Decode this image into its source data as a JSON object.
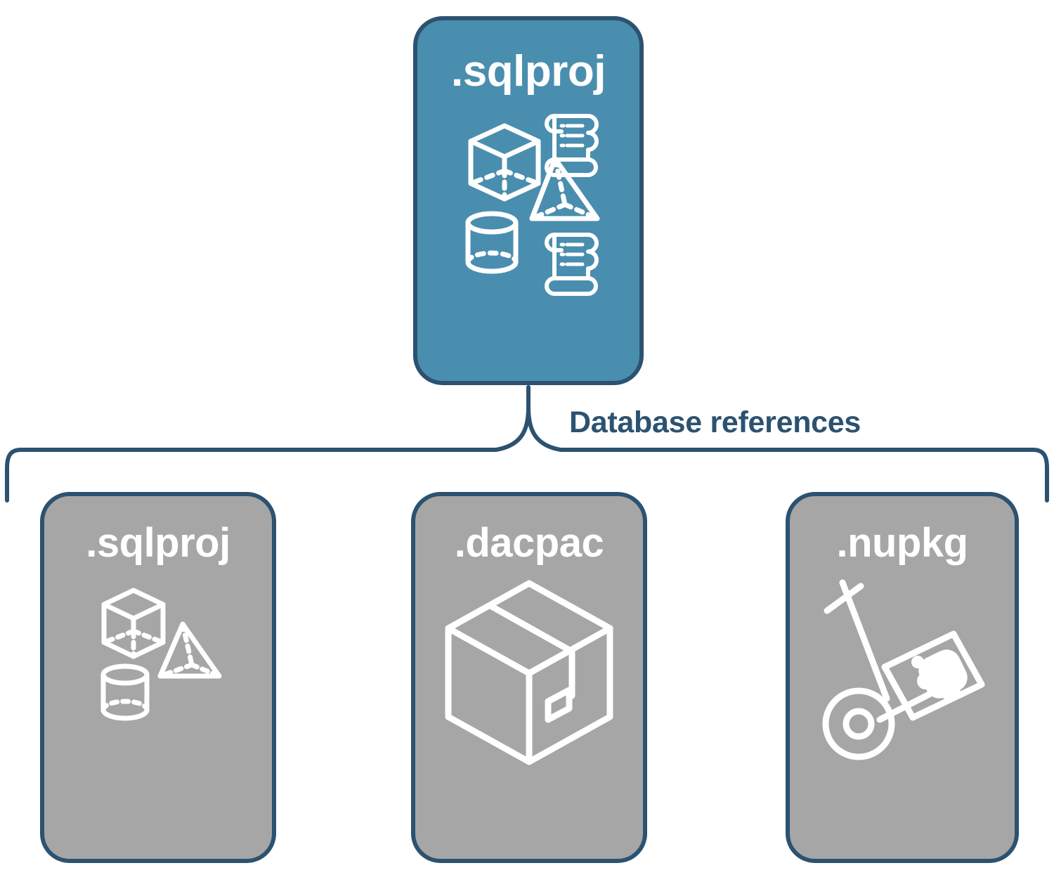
{
  "diagram": {
    "title_label": "Database references",
    "colors": {
      "accent_blue_fill": "#4a8eaf",
      "gray_fill": "#a6a6a6",
      "outline_navy": "#2c5270",
      "icon_white": "#ffffff",
      "background": "#ffffff"
    },
    "root_node": {
      "label": ".sqlproj",
      "fill": "accent",
      "icons": [
        "cube-icon",
        "scroll-icon",
        "pyramid-icon",
        "cylinder-icon",
        "scroll-icon"
      ]
    },
    "connector": {
      "type": "curly-brace",
      "label": "Database references",
      "from": ".sqlproj",
      "to": [
        ".sqlproj",
        ".dacpac",
        ".nupkg"
      ]
    },
    "reference_nodes": [
      {
        "label": ".sqlproj",
        "fill": "gray",
        "icons": [
          "cube-icon",
          "pyramid-icon",
          "cylinder-icon"
        ]
      },
      {
        "label": ".dacpac",
        "fill": "gray",
        "icons": [
          "package-box-icon"
        ]
      },
      {
        "label": ".nupkg",
        "fill": "gray",
        "icons": [
          "hand-truck-icon"
        ]
      }
    ]
  }
}
